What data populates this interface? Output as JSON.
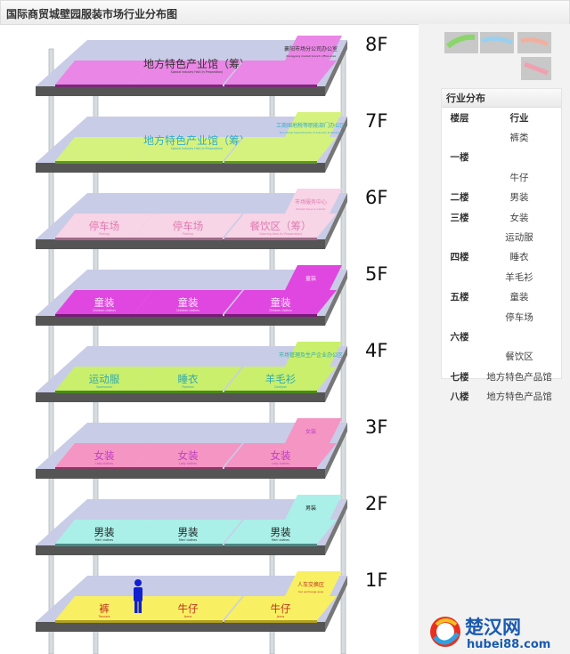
{
  "title": "国际商贸城壁园服装市场行业分布图",
  "floors": [
    {
      "label": "8F",
      "fill": "#ea86e6",
      "edge": "#7a2a78",
      "text": "#333333",
      "zones": [
        {
          "name": "",
          "sub": ""
        },
        {
          "name": "地方特色产业馆（筹）",
          "sub": "Special Industry Hall (In Preparation)"
        },
        {
          "name": "",
          "sub": ""
        }
      ],
      "side": {
        "name": "襄阳市场分公司办公室",
        "sub": "Xiangyang market branch office area"
      }
    },
    {
      "label": "7F",
      "fill": "#d6f27e",
      "edge": "#5a9a20",
      "text": "#33aacc",
      "zones": [
        {
          "name": "",
          "sub": ""
        },
        {
          "name": "地方特色产业馆（筹）",
          "sub": "Special Industry Hall (In Preparation)"
        },
        {
          "name": "",
          "sub": ""
        }
      ],
      "side": {
        "name": "工商国地税等职能部门办公区",
        "sub": "Functional Departments of Industry & Revenue"
      }
    },
    {
      "label": "6F",
      "fill": "#f7d4e6",
      "edge": "#a06a88",
      "text": "#e07ab0",
      "zones": [
        {
          "name": "停车场",
          "sub": "Parking"
        },
        {
          "name": "停车场",
          "sub": "Parking"
        },
        {
          "name": "餐饮区（筹）",
          "sub": "Catering Area (In Preparation)"
        }
      ],
      "side": {
        "name": "市场服务中心",
        "sub": "Market Service Center"
      }
    },
    {
      "label": "5F",
      "fill": "#e046e0",
      "edge": "#7a1a7a",
      "text": "#fbe2fb",
      "zones": [
        {
          "name": "童装",
          "sub": "Children clothes"
        },
        {
          "name": "童装",
          "sub": "Children clothes"
        },
        {
          "name": "童装",
          "sub": "Children clothes"
        }
      ],
      "side": {
        "name": "童装",
        "sub": ""
      }
    },
    {
      "label": "4F",
      "fill": "#c9ef6c",
      "edge": "#4a8a1a",
      "text": "#33aaaa",
      "zones": [
        {
          "name": "运动服",
          "sub": "Sportswear"
        },
        {
          "name": "睡衣",
          "sub": "Pajamas"
        },
        {
          "name": "羊毛衫",
          "sub": "Cardigan"
        }
      ],
      "side": {
        "name": "市场管理及生产企业办公区",
        "sub": ""
      }
    },
    {
      "label": "3F",
      "fill": "#f595c4",
      "edge": "#8a3a62",
      "text": "#c040c0",
      "zones": [
        {
          "name": "女装",
          "sub": "Lady clothes"
        },
        {
          "name": "女装",
          "sub": "Lady clothes"
        },
        {
          "name": "女装",
          "sub": "Lady clothes"
        }
      ],
      "side": {
        "name": "女装",
        "sub": ""
      }
    },
    {
      "label": "2F",
      "fill": "#aaf0e8",
      "edge": "#4a8a86",
      "text": "#222222",
      "zones": [
        {
          "name": "男装",
          "sub": "Men' clothes"
        },
        {
          "name": "男装",
          "sub": "Men' clothes"
        },
        {
          "name": "男装",
          "sub": "Men' clothes"
        }
      ],
      "side": {
        "name": "男装",
        "sub": ""
      }
    },
    {
      "label": "1F",
      "fill": "#f8f062",
      "edge": "#b0a020",
      "text": "#c03020",
      "zones": [
        {
          "name": "裤",
          "sub": "Trousers"
        },
        {
          "name": "牛仔",
          "sub": "Jeans"
        },
        {
          "name": "牛仔",
          "sub": "Jeans"
        }
      ],
      "side": {
        "name": "人车交换区",
        "sub": "Car exchange area"
      }
    }
  ],
  "panel": {
    "title": "行业分布",
    "header": {
      "floor": "楼层",
      "industry": "行业"
    },
    "rows": [
      {
        "floor": "",
        "industry": "裤类"
      },
      {
        "floor": "一楼",
        "industry": ""
      },
      {
        "floor": "",
        "industry": "牛仔"
      },
      {
        "floor": "二楼",
        "industry": "男装"
      },
      {
        "floor": "三楼",
        "industry": "女装"
      },
      {
        "floor": "",
        "industry": "运动服"
      },
      {
        "floor": "四楼",
        "industry": "睡衣"
      },
      {
        "floor": "",
        "industry": "羊毛衫"
      },
      {
        "floor": "五楼",
        "industry": "童装"
      },
      {
        "floor": "",
        "industry": "停车场"
      },
      {
        "floor": "六楼",
        "industry": ""
      },
      {
        "floor": "",
        "industry": "餐饮区"
      },
      {
        "floor": "七楼",
        "industry": "地方特色产品馆"
      },
      {
        "floor": "八楼",
        "industry": "地方特色产品馆"
      }
    ]
  },
  "logo": {
    "name": "楚汉网",
    "url_text": "hubei88.com"
  },
  "icons": {
    "person": "person-icon"
  }
}
